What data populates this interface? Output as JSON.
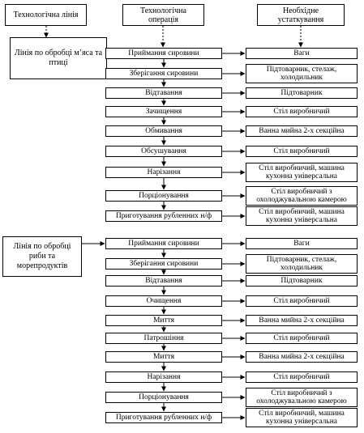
{
  "headers": {
    "line": "Технологічна лінія",
    "operation": "Технологічна операція",
    "equipment": "Необхідне устаткування"
  },
  "sections": [
    {
      "line_name": "Лінія по обробці м’яса та птиці",
      "steps": [
        {
          "operation": "Приймання сировини",
          "equipment": "Ваги"
        },
        {
          "operation": "Зберігання сировини",
          "equipment": "Підтоварник, стелаж, холодильник"
        },
        {
          "operation": "Відтавання",
          "equipment": "Підтоварник"
        },
        {
          "operation": "Зачищення",
          "equipment": "Стіл виробничий"
        },
        {
          "operation": "Обмивання",
          "equipment": "Ванна мийна 2-х секційна"
        },
        {
          "operation": "Обсушування",
          "equipment": "Стіл виробничий"
        },
        {
          "operation": "Нарізання",
          "equipment": "Стіл виробничий, машина кухонна універсальна"
        },
        {
          "operation": "Порціонування",
          "equipment": "Стіл виробничий з охолоджувальною камерою"
        },
        {
          "operation": "Приготування рубленних н/ф",
          "equipment": "Стіл виробничий, машина кухонна універсальна"
        }
      ]
    },
    {
      "line_name": "Лінія по обробці риби та морепродуктів",
      "steps": [
        {
          "operation": "Приймання сировини",
          "equipment": "Ваги"
        },
        {
          "operation": "Зберігання сировини",
          "equipment": "Підтоварник, стелаж, холодильник"
        },
        {
          "operation": "Відтавання",
          "equipment": "Підтоварник"
        },
        {
          "operation": "Очищення",
          "equipment": "Стіл виробничий"
        },
        {
          "operation": "Миття",
          "equipment": "Ванна мийна 2-х секційна"
        },
        {
          "operation": "Патрошіння",
          "equipment": "Стіл виробничий"
        },
        {
          "operation": "Миття",
          "equipment": "Ванна мийна 2-х секційна"
        },
        {
          "operation": "Нарізання",
          "equipment": "Стіл виробничий"
        },
        {
          "operation": "Порціонування",
          "equipment": "Стіл виробничий з охолоджувальною камерою"
        },
        {
          "operation": "Приготування рубленних н/ф",
          "equipment": "Стіл виробничий, машина кухонна універсальна"
        }
      ]
    }
  ]
}
